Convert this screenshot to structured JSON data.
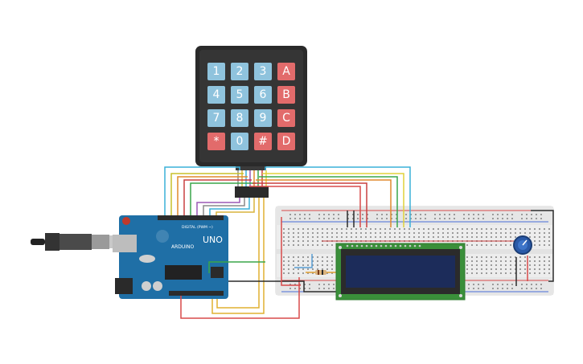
{
  "keypad": {
    "keys": [
      "1",
      "2",
      "3",
      "A",
      "4",
      "5",
      "6",
      "B",
      "7",
      "8",
      "9",
      "C",
      "*",
      "0",
      "#",
      "D"
    ]
  },
  "arduino": {
    "brand": "ARDUINO",
    "model": "UNO",
    "header_label": "DIGITAL (PWM ~)"
  },
  "colors": {
    "blue_key": "#8fc3dd",
    "red_key": "#e26b6b",
    "board": "#1f6fa6",
    "lcd_pcb": "#3a8f3a",
    "lcd_screen": "#1c2c5a",
    "breadboard": "#eeeeee"
  }
}
